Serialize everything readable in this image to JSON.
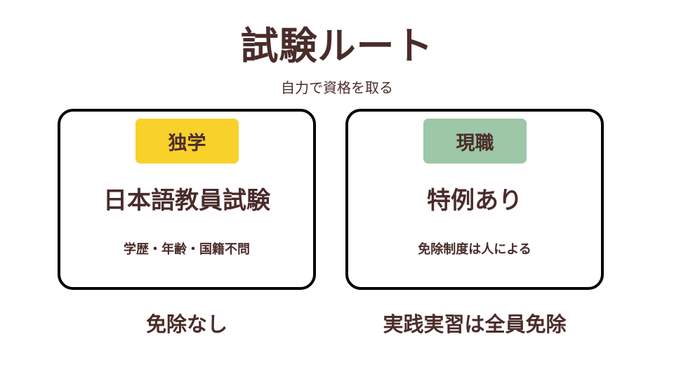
{
  "header": {
    "title": "試験ルート",
    "subtitle": "自力で資格を取る"
  },
  "colors": {
    "text": "#4a2c2a",
    "card_border": "#000000",
    "tag_left": "#f9d12b",
    "tag_right": "#9dc7a7",
    "background": "#ffffff"
  },
  "cards": [
    {
      "tag": "独学",
      "main": "日本語教員試験",
      "sub": "学歴・年齢・国籍不問",
      "footer": "免除なし"
    },
    {
      "tag": "現職",
      "main": "特例あり",
      "sub": "免除制度は人による",
      "footer": "実践実習は全員免除"
    }
  ]
}
